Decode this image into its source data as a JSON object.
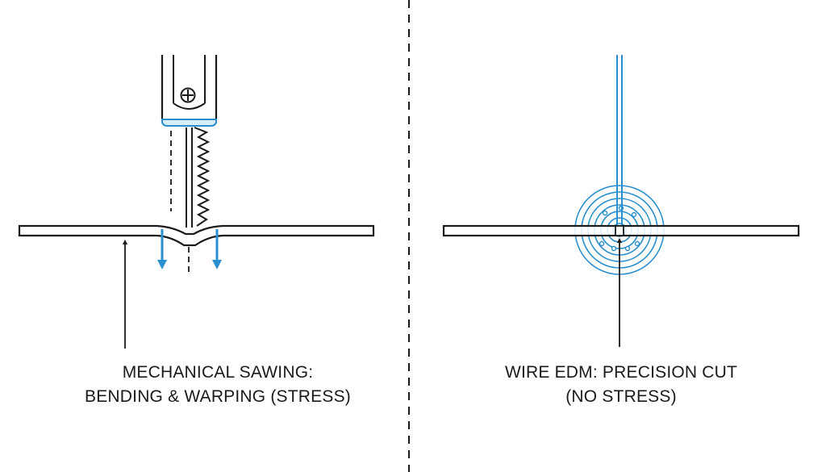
{
  "colors": {
    "ink": "#1a1a1a",
    "accent": "#2a8fd0",
    "background": "#ffffff"
  },
  "left_panel": {
    "caption_line1": "MECHANICAL SAWING:",
    "caption_line2": "BENDING & WARPING (STRESS)",
    "icons": [
      "saw-blade-icon",
      "bolt-icon",
      "down-arrow-icon"
    ]
  },
  "right_panel": {
    "caption_line1": "WIRE EDM: PRECISION CUT",
    "caption_line2": "(NO STRESS)",
    "icons": [
      "wire-electrode-icon",
      "spark-rings-icon"
    ]
  }
}
